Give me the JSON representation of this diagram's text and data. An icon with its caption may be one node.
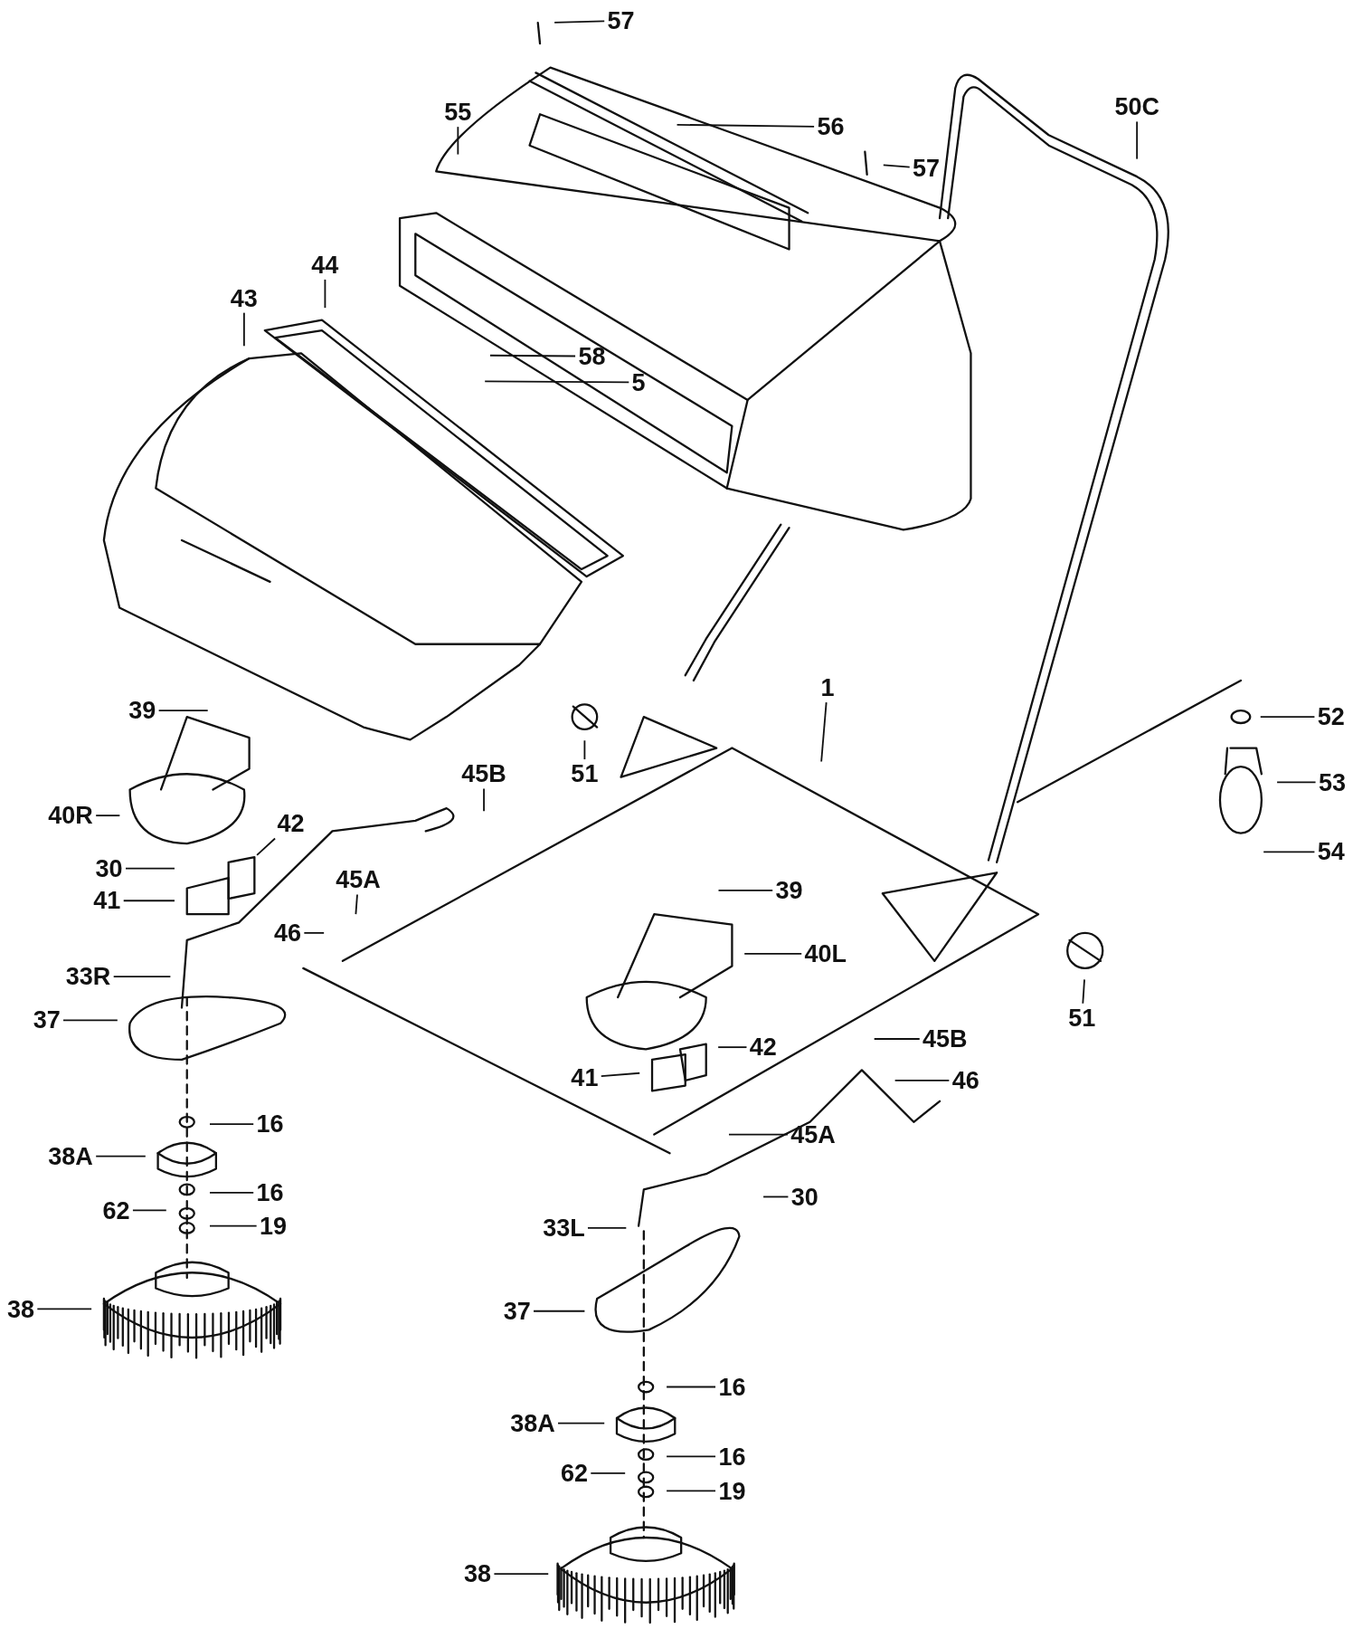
{
  "diagram": {
    "nodes": [
      {
        "text": [
          "57"
        ]
      },
      {
        "text": [
          "56"
        ]
      },
      {
        "text": [
          "57"
        ]
      },
      {
        "text": [
          "55"
        ]
      },
      {
        "text": [
          "50C"
        ]
      },
      {
        "text": [
          "44"
        ]
      },
      {
        "text": [
          "43"
        ]
      },
      {
        "text": [
          "58"
        ]
      },
      {
        "text": [
          "5"
        ]
      },
      {
        "text": [
          "39"
        ]
      },
      {
        "text": [
          "51"
        ]
      },
      {
        "text": [
          "1"
        ]
      },
      {
        "text": [
          "52"
        ]
      },
      {
        "text": [
          "45B"
        ]
      },
      {
        "text": [
          "53"
        ]
      },
      {
        "text": [
          "40R"
        ]
      },
      {
        "text": [
          "42"
        ]
      },
      {
        "text": [
          "30"
        ]
      },
      {
        "text": [
          "41"
        ]
      },
      {
        "text": [
          "45A"
        ]
      },
      {
        "text": [
          "46"
        ]
      },
      {
        "text": [
          "54"
        ]
      },
      {
        "text": [
          "39"
        ]
      },
      {
        "text": [
          "40L"
        ]
      },
      {
        "text": [
          "33R"
        ]
      },
      {
        "text": [
          "37"
        ]
      },
      {
        "text": [
          "51"
        ]
      },
      {
        "text": [
          "45B"
        ]
      },
      {
        "text": [
          "42"
        ]
      },
      {
        "text": [
          "41"
        ]
      },
      {
        "text": [
          "46"
        ]
      },
      {
        "text": [
          "16"
        ]
      },
      {
        "text": [
          "38A"
        ]
      },
      {
        "text": [
          "45A"
        ]
      },
      {
        "text": [
          "16"
        ]
      },
      {
        "text": [
          "30"
        ]
      },
      {
        "text": [
          "62"
        ]
      },
      {
        "text": [
          "19"
        ]
      },
      {
        "text": [
          "33L"
        ]
      },
      {
        "text": [
          "38"
        ]
      },
      {
        "text": [
          "37"
        ]
      },
      {
        "text": [
          "16"
        ]
      },
      {
        "text": [
          "38A"
        ]
      },
      {
        "text": [
          "16"
        ]
      },
      {
        "text": [
          "62"
        ]
      },
      {
        "text": [
          "19"
        ]
      },
      {
        "text": [
          "38"
        ]
      }
    ],
    "edges": [
      {
        "from": 0,
        "to": null,
        "arrow": "none"
      },
      {
        "from": 1,
        "to": null,
        "arrow": "none"
      },
      {
        "from": 2,
        "to": null,
        "arrow": "none"
      },
      {
        "from": 3,
        "to": null,
        "arrow": "none"
      },
      {
        "from": 4,
        "to": null,
        "arrow": "none"
      },
      {
        "from": 5,
        "to": null,
        "arrow": "none"
      },
      {
        "from": 6,
        "to": null,
        "arrow": "none"
      },
      {
        "from": 7,
        "to": null,
        "arrow": "none"
      },
      {
        "from": 8,
        "to": null,
        "arrow": "none"
      },
      {
        "from": 9,
        "to": null,
        "arrow": "none"
      },
      {
        "from": 10,
        "to": null,
        "arrow": "none"
      },
      {
        "from": 11,
        "to": null,
        "arrow": "none"
      },
      {
        "from": 12,
        "to": null,
        "arrow": "none"
      },
      {
        "from": 13,
        "to": null,
        "arrow": "none"
      },
      {
        "from": 14,
        "to": null,
        "arrow": "none"
      },
      {
        "from": 15,
        "to": null,
        "arrow": "none"
      },
      {
        "from": 16,
        "to": null,
        "arrow": "none"
      },
      {
        "from": 17,
        "to": null,
        "arrow": "none"
      },
      {
        "from": 18,
        "to": null,
        "arrow": "none"
      },
      {
        "from": 19,
        "to": null,
        "arrow": "none"
      },
      {
        "from": 20,
        "to": null,
        "arrow": "none"
      },
      {
        "from": 21,
        "to": null,
        "arrow": "none"
      },
      {
        "from": 22,
        "to": null,
        "arrow": "none"
      },
      {
        "from": 23,
        "to": null,
        "arrow": "none"
      },
      {
        "from": 24,
        "to": null,
        "arrow": "none"
      },
      {
        "from": 25,
        "to": null,
        "arrow": "none"
      },
      {
        "from": 26,
        "to": null,
        "arrow": "none"
      },
      {
        "from": 27,
        "to": null,
        "arrow": "none"
      },
      {
        "from": 28,
        "to": null,
        "arrow": "none"
      },
      {
        "from": 29,
        "to": null,
        "arrow": "none"
      },
      {
        "from": 30,
        "to": null,
        "arrow": "none"
      },
      {
        "from": 31,
        "to": null,
        "arrow": "none"
      },
      {
        "from": 32,
        "to": null,
        "arrow": "none"
      },
      {
        "from": 33,
        "to": null,
        "arrow": "none"
      },
      {
        "from": 34,
        "to": null,
        "arrow": "none"
      },
      {
        "from": 35,
        "to": null,
        "arrow": "none"
      },
      {
        "from": 36,
        "to": null,
        "arrow": "none"
      },
      {
        "from": 37,
        "to": null,
        "arrow": "none"
      },
      {
        "from": 38,
        "to": null,
        "arrow": "none"
      },
      {
        "from": 39,
        "to": null,
        "arrow": "none"
      },
      {
        "from": 40,
        "to": null,
        "arrow": "none"
      },
      {
        "from": 41,
        "to": null,
        "arrow": "none"
      },
      {
        "from": 42,
        "to": null,
        "arrow": "none"
      },
      {
        "from": 43,
        "to": null,
        "arrow": "none"
      },
      {
        "from": 44,
        "to": null,
        "arrow": "none"
      },
      {
        "from": 45,
        "to": null,
        "arrow": "none"
      },
      {
        "from": 46,
        "to": null,
        "arrow": "none"
      }
    ]
  }
}
